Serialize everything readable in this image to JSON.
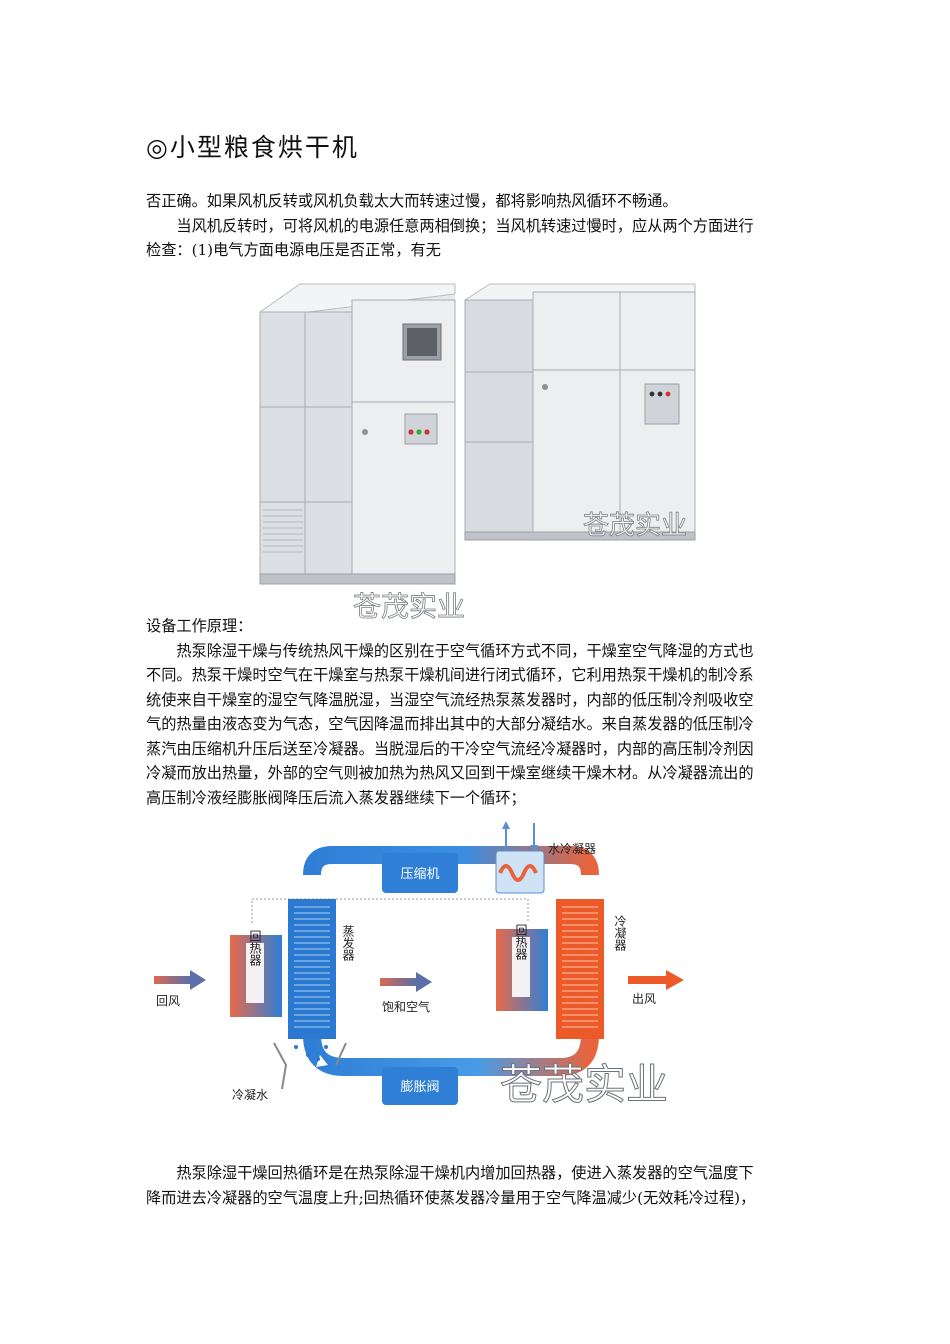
{
  "page": {
    "title": "◎小型粮食烘干机"
  },
  "intro": {
    "p1": "否正确。如果风机反转或风机负载太大而转速过慢，都将影响热风循环不畅通。",
    "p2_line1": "当风机反转时，可将风机的电源任意两相倒换；当风机转速过慢时，应从两个方面进行",
    "p2_line2": "检查：(1)电气方面电源电压是否正常，有无"
  },
  "photo": {
    "watermark_right": "苍茂实业",
    "watermark_bottom": "苍茂实业"
  },
  "principle": {
    "heading": "设备工作原理：",
    "lines": [
      "热泵除湿干燥与传统热风干燥的区别在于空气循环方式不同，干燥室空气降湿的方式也",
      "不同。热泵干燥时空气在干燥室与热泵干燥机间进行闭式循环，它利用热泵干燥机的制冷系",
      "统使来自干燥室的湿空气降温脱湿，当湿空气流经热泵蒸发器时，内部的低压制冷剂吸收空",
      "气的热量由液态变为气态，空气因降温而排出其中的大部分凝结水。来自蒸发器的低压制冷",
      "蒸汽由压缩机升压后送至冷凝器。当脱湿后的干冷空气流经冷凝器时，内部的高压制冷剂因",
      "冷凝而放出热量，外部的空气则被加热为热风又回到干燥室继续干燥木材。从冷凝器流出的",
      "高压制冷液经膨胀阀降压后流入蒸发器继续下一个循环；"
    ]
  },
  "diagram": {
    "compressor": "压缩机",
    "water_condenser": "水冷凝器",
    "evaporator": "蒸发器",
    "condenser": "冷凝器",
    "regenerator_left": "回热器",
    "regenerator_right": "回热器",
    "return_air": "回风",
    "saturated_air": "饱和空气",
    "outlet_air": "出风",
    "condensate": "冷凝水",
    "expansion_valve": "膨胀阀",
    "watermark": "苍茂实业"
  },
  "closing": {
    "lines": [
      "热泵除湿干燥回热循环是在热泵除湿干燥机内增加回热器，使进入蒸发器的空气温度下",
      "降而进去冷凝器的空气温度上升;回热循环使蒸发器冷量用于空气降温减少(无效耗冷过程)，"
    ]
  }
}
